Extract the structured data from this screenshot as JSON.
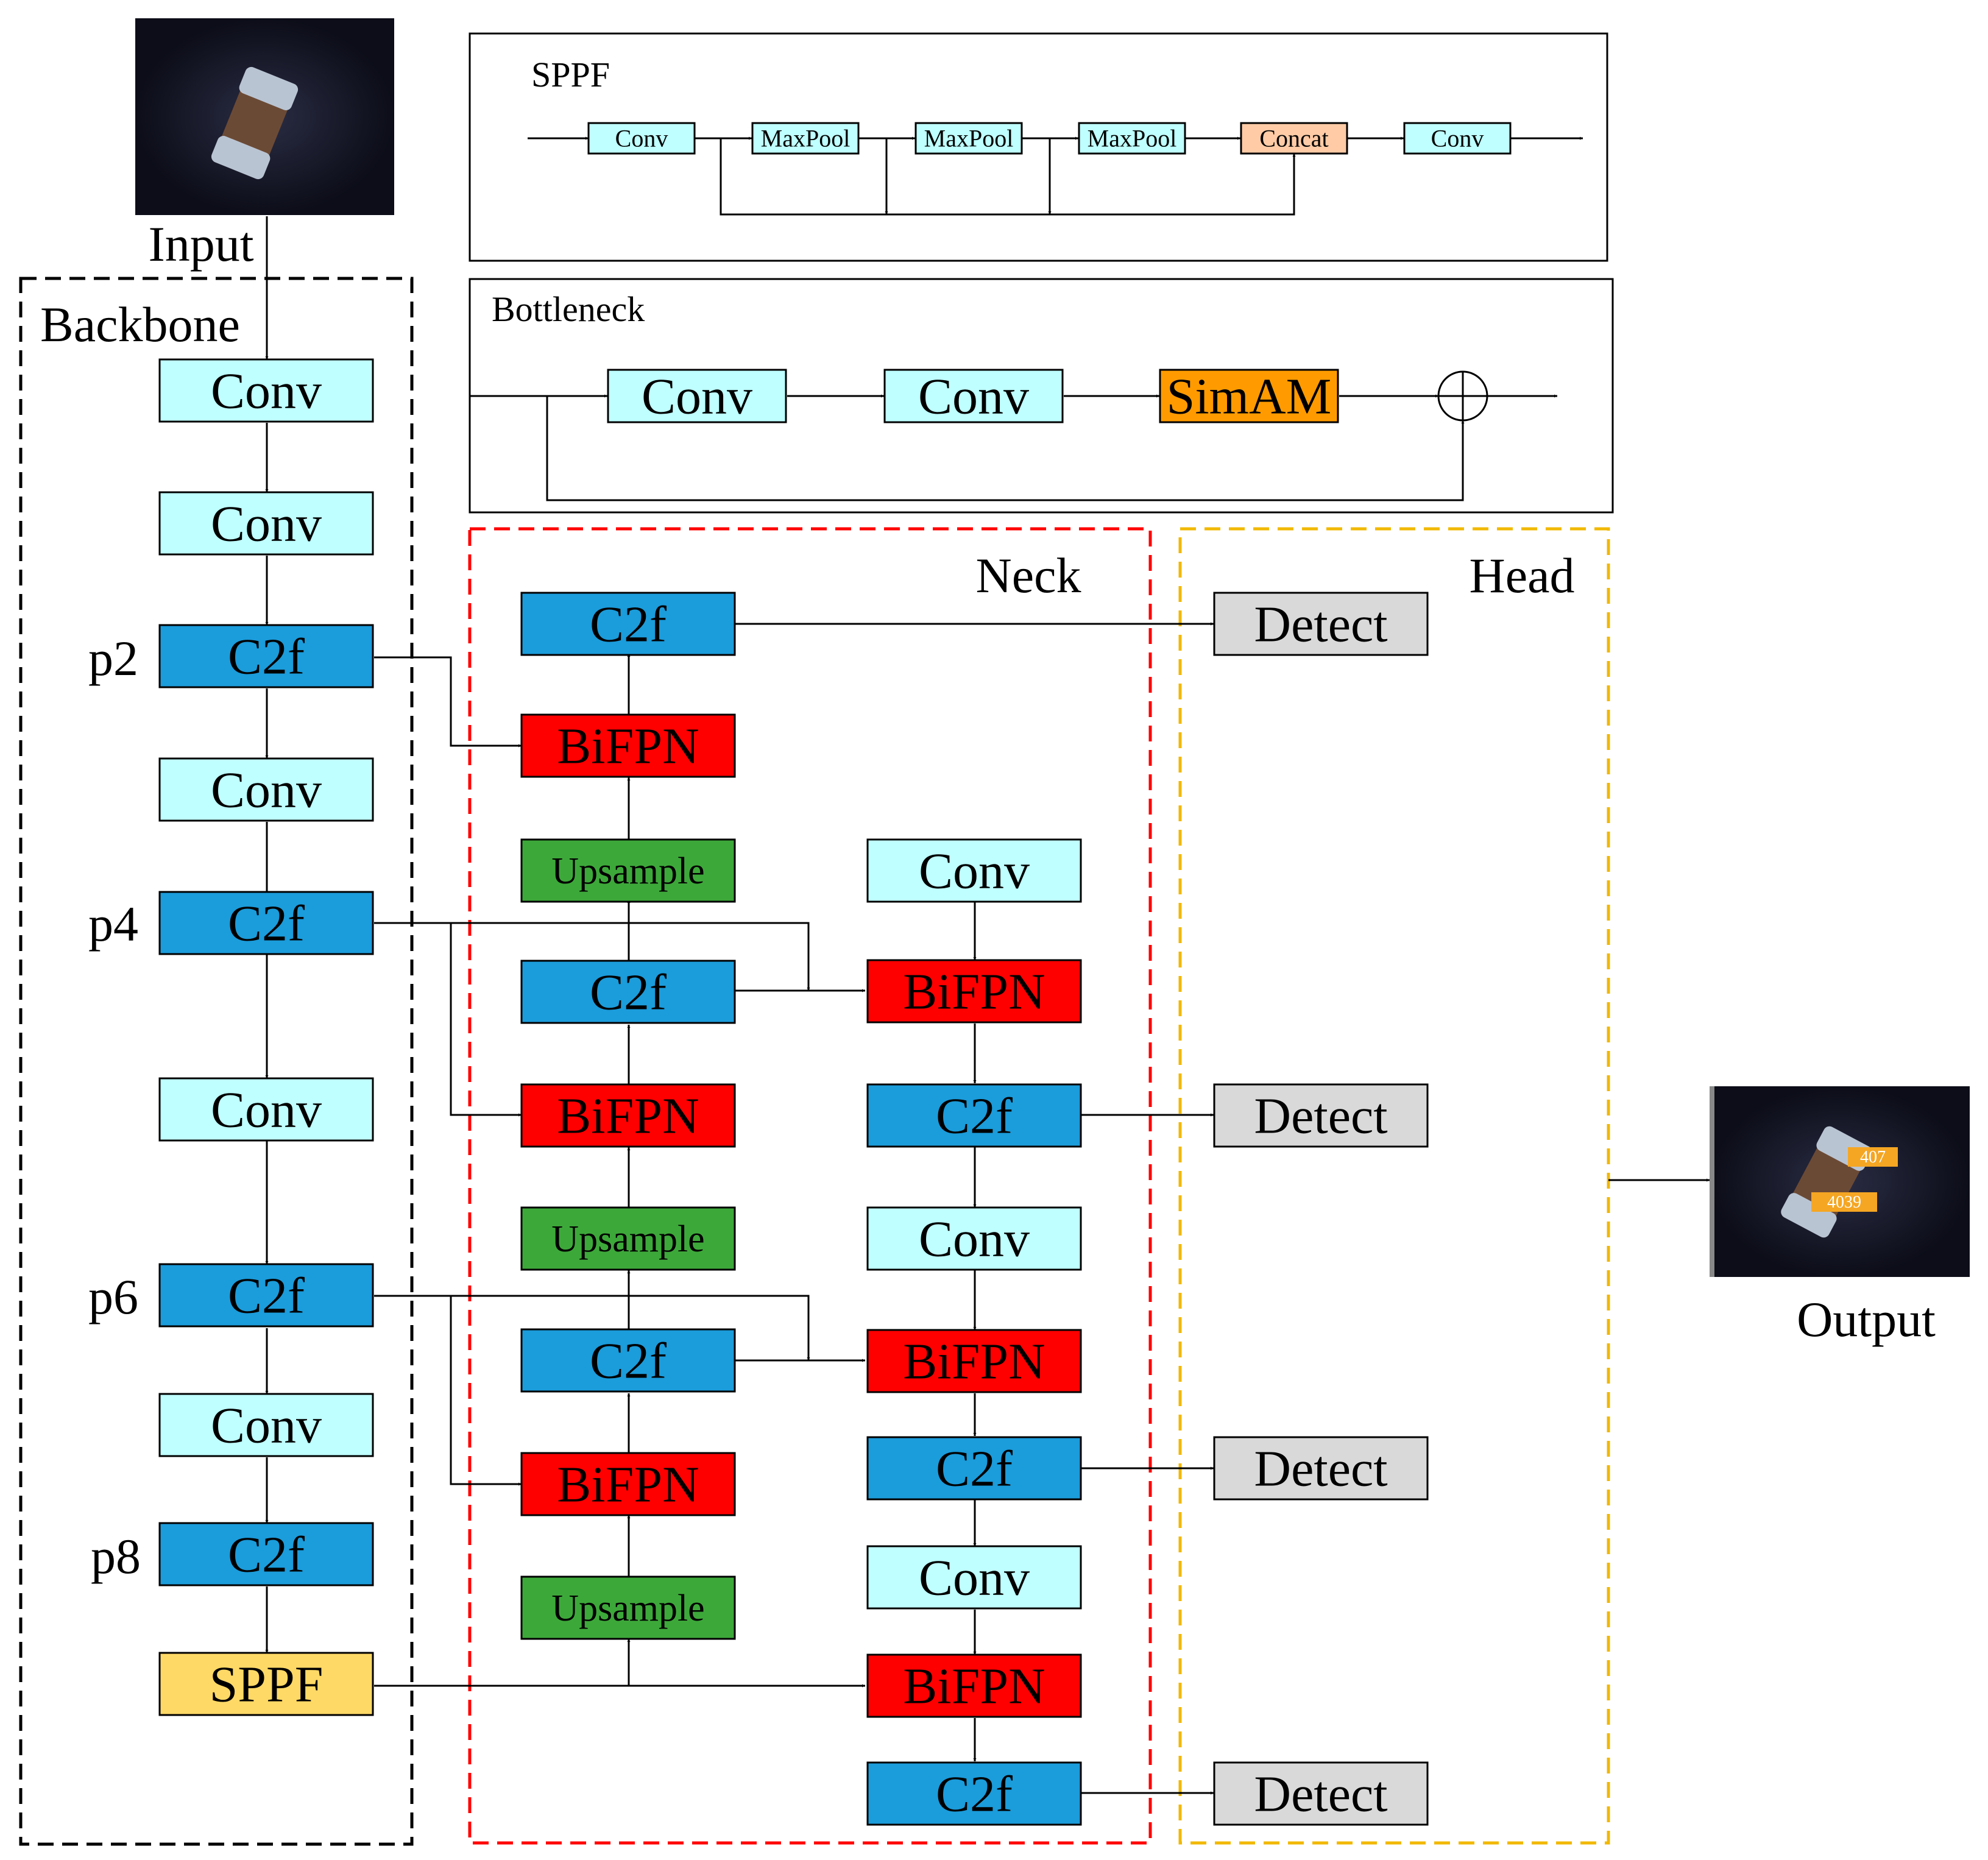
{
  "colors": {
    "conv": "#BFFFFF",
    "c2f": "#1B9CDB",
    "bifpn": "#FF0000",
    "upsample": "#3DA83A",
    "sppf": "#FFD966",
    "detect": "#D9D9D9",
    "simam": "#FF9B00",
    "concat": "#FFCBA6",
    "backbone_border": "#000000",
    "neck_border": "#FF0000",
    "head_border": "#F1B800"
  },
  "labels": {
    "input": "Input",
    "output": "Output",
    "backbone": "Backbone",
    "neck": "Neck",
    "head": "Head",
    "sppf_title": "SPPF",
    "bottleneck_title": "Bottleneck",
    "p2": "p2",
    "p4": "p4",
    "p6": "p6",
    "p8": "p8"
  },
  "blocks": {
    "conv": "Conv",
    "c2f": "C2f",
    "bifpn": "BiFPN",
    "upsample": "Upsample",
    "sppf": "SPPF",
    "detect": "Detect",
    "simam": "SimAM",
    "maxpool": "MaxPool",
    "concat": "Concat"
  },
  "detections": [
    "407",
    "4039"
  ],
  "images": {
    "input": "photo of a single SMD chip component on a dark background",
    "output": "same chip with orange detection labels"
  }
}
